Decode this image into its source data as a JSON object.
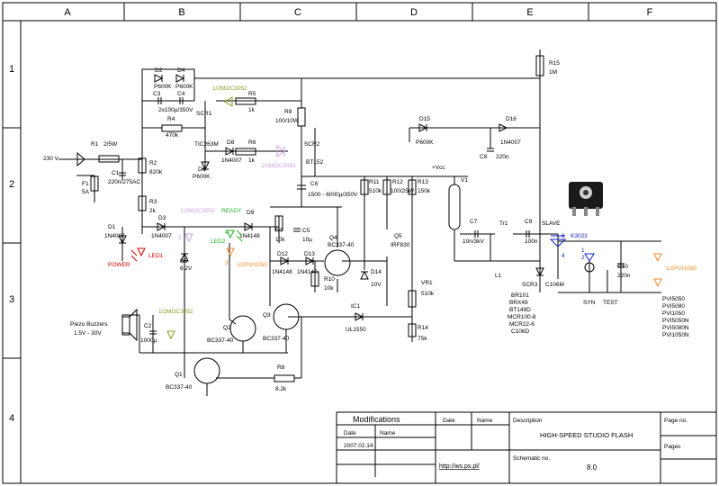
{
  "frame": {
    "columns": [
      "A",
      "B",
      "C",
      "D",
      "E",
      "F"
    ],
    "rows": [
      "1",
      "2",
      "3",
      "4"
    ]
  },
  "colors": {
    "wire": "#000000",
    "optocoupler": "#c8a0e0",
    "led_red": "#d00000",
    "led_green": "#20b020",
    "opto_orange": "#f08a28",
    "slave_blue": "#1020c0",
    "moc_olive": "#8a9a20"
  },
  "labels": {
    "r15": "R15",
    "r15v": "1M",
    "d2": "D2",
    "d2v": "P600K",
    "d4": "D4",
    "d4v": "P600K",
    "c3": "C3",
    "c4": "C4",
    "c34v": "2x100µ/350V",
    "moc1": "1/2MOC3052",
    "r5": "R5",
    "r5v": "1k",
    "r9": "R9",
    "r9v": "100/10W",
    "scr1": "SCR1",
    "r4": "R4",
    "r4v": "470k",
    "tic": "TIC263M",
    "d8": "D8",
    "d8v": "1N4007",
    "r6": "R6",
    "r6v": "1k",
    "moc2": "1/2MOC3052",
    "scr2": "SCR2",
    "bt152": "BT152",
    "d6": "D6",
    "d6v": "P600K",
    "d15": "D15",
    "d15v": "P600K",
    "d16": "D16",
    "d16v": "1N4007",
    "c8": "C8",
    "c8v": "220n",
    "r1": "R1",
    "r1v": "2/5W",
    "vin": "230 V",
    "c1": "C1",
    "c1v": "220n/275AC",
    "f1": "F1",
    "f1v": "5A",
    "r2": "R2",
    "r2v": "820k",
    "c6": "C6",
    "c6v": "1500 - 6000µ/350V",
    "vcc": "+Vcc",
    "r3": "R3",
    "r3v": "2k",
    "d1": "D1",
    "d1v": "1N4007",
    "d3": "D3",
    "d3v": "1N4007",
    "moc3": "1/2MOC3052",
    "ready": "READY",
    "d9": "D9",
    "d9v": "1N4148",
    "r11": "R11",
    "r11v": "510k",
    "r12": "R12",
    "r12v": "100/25W",
    "r13": "R13",
    "r13v": "150k",
    "v1": "V1",
    "c7": "C7",
    "c7v": "10n/3kV",
    "tr1": "Tr1",
    "c9": "C9",
    "c9v": "100n",
    "slave": "SLAVE",
    "k": "K3023",
    "power": "POWER",
    "led1": "LED1",
    "led2": "LED2",
    "opto_num2": "2",
    "opto_num3": "3",
    "opto_num4": "4",
    "opto_num6": "6",
    "pvi1": "1/2PVI1050",
    "pvi2": "1/2PVI1050",
    "d5": "D5",
    "d5v": "6.2V",
    "r7": "R7",
    "r7v": "10k",
    "c5": "C5",
    "c5v": "10µ",
    "q4": "Q4",
    "q4v": "BC337-40",
    "q5": "Q5",
    "q5v": "IRF830",
    "d12": "D12",
    "d12v": "1N4148",
    "d13": "D13",
    "d13v": "1N4148",
    "r10": "R10",
    "r10v": "10k",
    "d14": "D14",
    "d14v": "10V",
    "vr1": "VR1",
    "vr1v": "510k",
    "l1": "L1",
    "scr3": "SCR3",
    "c106": "C106M",
    "scr_list": [
      "BR101",
      "BRX49",
      "BT149D",
      "MCR100-8",
      "MCR22-6",
      "C106D"
    ],
    "c10": "C10",
    "c10v": "220n",
    "syn": "SYN",
    "test": "TEST",
    "pvi_list": [
      "PVI5050",
      "PVI5080",
      "PVI1050",
      "PVI5050N",
      "PVI5080N",
      "PVI1050N"
    ],
    "buzzer": "Piezo Buzzers",
    "buzzer_v": "1.5V - 30V",
    "moc4": "1/2MOC3052",
    "c2": "C2",
    "c2v": "1000µ",
    "q2": "Q2",
    "q2v": "BC337-40",
    "q3": "Q3",
    "q3v": "BC337-40",
    "ic1": "IC1",
    "ic1v": "UL1550",
    "r14": "R14",
    "r14v": "75k",
    "q1": "Q1",
    "q1v": "BC337-40",
    "r8": "R8",
    "r8v": "8.2k",
    "one": "1",
    "two": "2",
    "three": "3"
  },
  "title_block": {
    "modifications": "Modifications",
    "date_col": "Date",
    "name_col": "Name",
    "date_col2": "Date",
    "name_col2": "Name",
    "mod_date": "2007.02.14",
    "description": "Description",
    "title": "HIGH-SPEED STUDIO FLASH",
    "schematic_no_label": "Schematic no.",
    "schematic_no": "8.0",
    "page_no": "Page no.",
    "pages": "Pages",
    "url": "http://ws.ps.pl/"
  }
}
